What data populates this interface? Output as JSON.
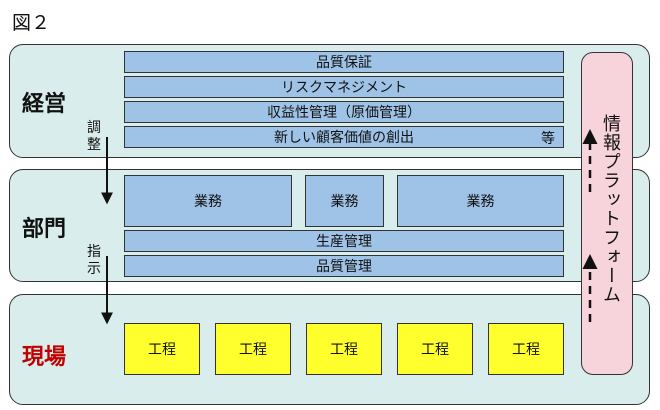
{
  "figure_label": "図２",
  "layers": {
    "management": {
      "title": "経営",
      "bars": [
        "品質保証",
        "リスクマネジメント",
        "収益性管理（原価管理）",
        "新しい顧客価値の創出"
      ],
      "bars_suffix": "等"
    },
    "department": {
      "title": "部門",
      "boxes": [
        "業務",
        "業務",
        "業務"
      ],
      "bars": [
        "生産管理",
        "品質管理"
      ]
    },
    "site": {
      "title": "現場",
      "processes": [
        "工程",
        "工程",
        "工程",
        "工程",
        "工程"
      ]
    }
  },
  "connectors": {
    "adjust": [
      "調",
      "整"
    ],
    "instruct": [
      "指",
      "示"
    ]
  },
  "platform": {
    "label": "情報プラットフォーム"
  },
  "colors": {
    "layer_bg": "#d9eeec",
    "bar_fill": "#9ec3e6",
    "process_fill": "#ffff2e",
    "platform_fill": "#f7d4db",
    "site_title": "#c00000"
  }
}
